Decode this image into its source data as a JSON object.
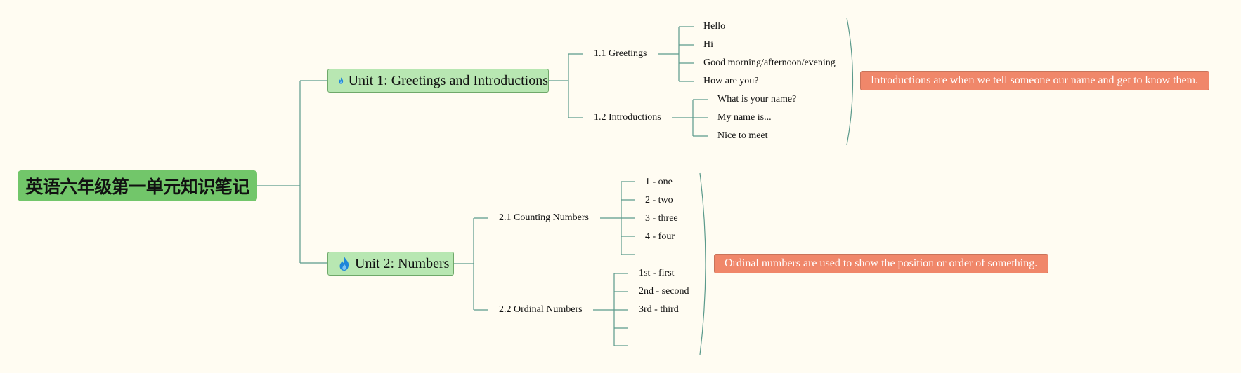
{
  "root": {
    "title": "英语六年级第一单元知识笔记"
  },
  "units": [
    {
      "title": "Unit 1: Greetings and Introductions",
      "icon": "flame-icon",
      "sections": [
        {
          "title": "1.1 Greetings",
          "items": [
            "Hello",
            "Hi",
            "Good morning/afternoon/evening",
            "How are you?"
          ]
        },
        {
          "title": "1.2 Introductions",
          "items": [
            "What is your name?",
            "My name is...",
            "Nice to meet"
          ]
        }
      ],
      "summary": "Introductions are when we tell someone our name and get to know them."
    },
    {
      "title": "Unit 2: Numbers",
      "icon": "flame-icon",
      "sections": [
        {
          "title": "2.1 Counting Numbers",
          "items": [
            "1 - one",
            "2 - two",
            "3 - three",
            "4 - four",
            ""
          ]
        },
        {
          "title": "2.2 Ordinal Numbers",
          "items": [
            "1st - first",
            "2nd - second",
            "3rd - third",
            "",
            ""
          ]
        }
      ],
      "summary": "Ordinal numbers are used to show the position or order of something."
    }
  ],
  "colors": {
    "background": "#fffcf2",
    "root": "#72c66a",
    "unit": "#b8e7b2",
    "connector": "#5b9a8b",
    "summary": "#f0876a"
  }
}
